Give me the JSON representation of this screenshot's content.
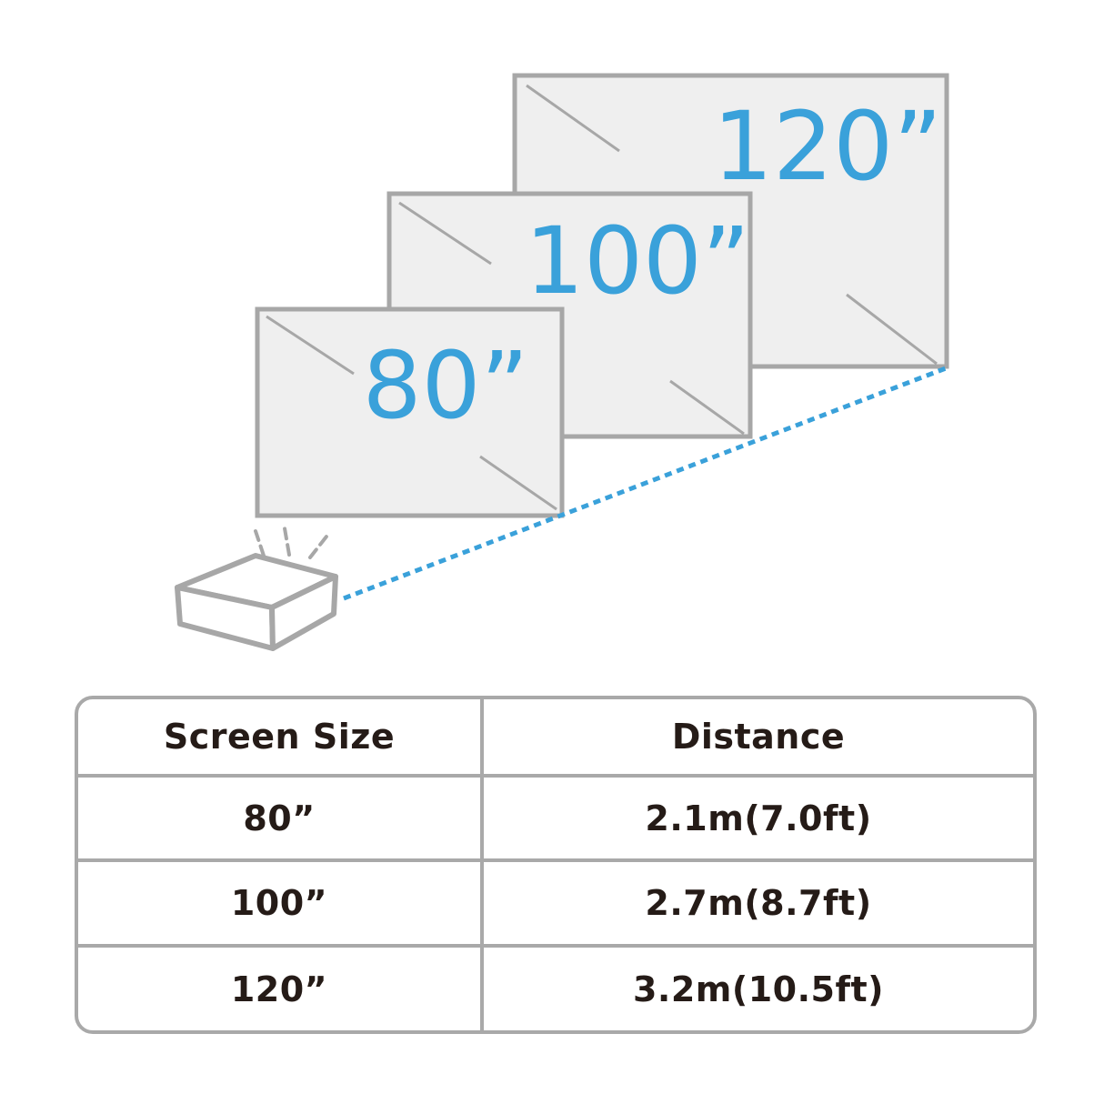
{
  "diagram": {
    "title_semantic": "projector-throw-distance-diagram",
    "accent_color": "#3aa1da",
    "screen_fill": "#efefef",
    "screen_border": "#a7a7a7",
    "screens": [
      {
        "label": "80”"
      },
      {
        "label": "100”"
      },
      {
        "label": "120”"
      }
    ]
  },
  "table": {
    "border_color": "#a9a9a9",
    "text_color": "#251b17",
    "headers": [
      "Screen Size",
      "Distance"
    ],
    "rows": [
      {
        "size": "80”",
        "distance": "2.1m(7.0ft)"
      },
      {
        "size": "100”",
        "distance": "2.7m(8.7ft)"
      },
      {
        "size": "120”",
        "distance": "3.2m(10.5ft)"
      }
    ]
  }
}
